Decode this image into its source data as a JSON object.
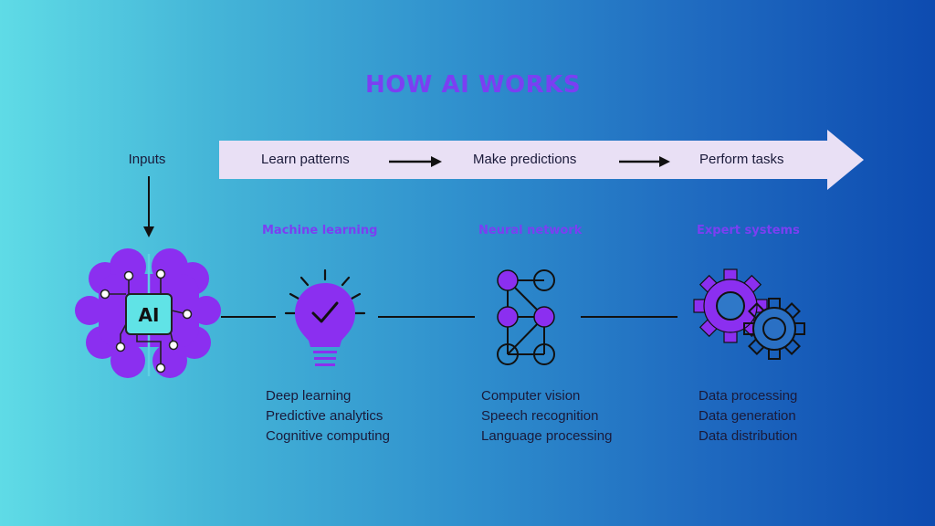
{
  "title": "HOW AI WORKS",
  "input": {
    "label": "Inputs",
    "icon": "brain-icon",
    "icon_text": "AI"
  },
  "steps": [
    {
      "label": "Learn patterns"
    },
    {
      "label": "Make predictions"
    },
    {
      "label": "Perform tasks"
    }
  ],
  "categories": [
    {
      "title": "Machine learning",
      "icon": "lightbulb-icon",
      "items": [
        "Deep learning",
        "Predictive analytics",
        "Cognitive computing"
      ]
    },
    {
      "title": "Neural network",
      "icon": "neural-network-icon",
      "items": [
        "Computer vision",
        "Speech recognition",
        "Language processing"
      ]
    },
    {
      "title": "Expert systems",
      "icon": "gears-icon",
      "items": [
        "Data processing",
        "Data generation",
        "Data distribution"
      ]
    }
  ],
  "colors": {
    "accent": "#7b3ff2",
    "banner": "#e9e0f5",
    "text": "#1a1a3a"
  }
}
